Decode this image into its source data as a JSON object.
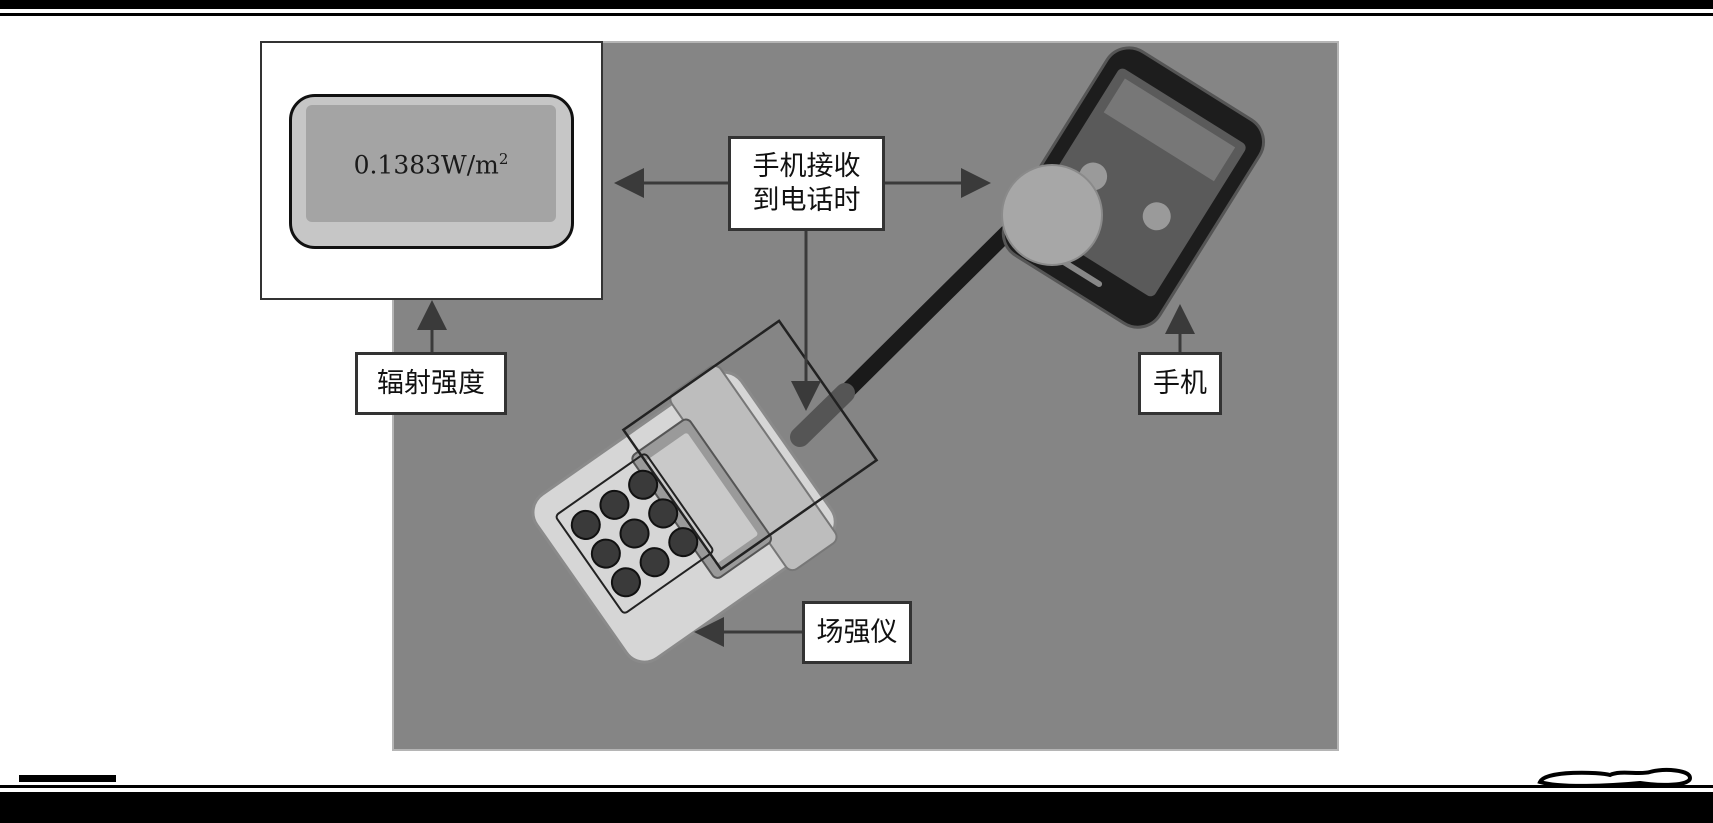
{
  "readout": {
    "value": "0.1383W/m",
    "superscript": "2"
  },
  "labels": {
    "phone_receiving_call": "手机接收\n到电话时",
    "radiation_intensity": "辐射强度",
    "phone": "手机",
    "field_meter": "场强仪"
  },
  "colors": {
    "panel": "#858585",
    "arrow": "#3a3a3a",
    "border": "#333333"
  }
}
